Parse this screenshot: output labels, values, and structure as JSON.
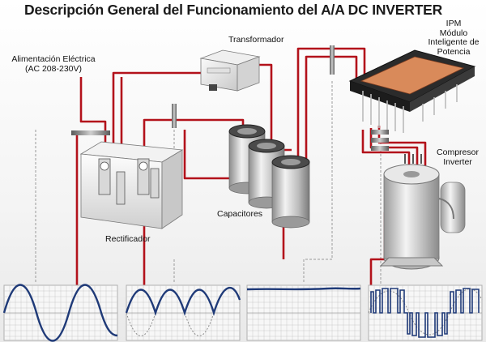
{
  "title": "Descripción General del Funcionamiento del A/A DC INVERTER",
  "labels": {
    "power_supply_line1": "Alimentación Eléctrica",
    "power_supply_line2": "(AC 208-230V)",
    "transformer": "Transformador",
    "ipm_line1": "IPM",
    "ipm_line2": "Módulo",
    "ipm_line3": "Inteligente de",
    "ipm_line4": "Potencia",
    "compressor_line1": "Compresor",
    "compressor_line2": "Inverter",
    "capacitors": "Capacitores",
    "rectifier": "Rectificador"
  },
  "colors": {
    "wire": "#b3121b",
    "waveform": "#1f3a78",
    "grid": "#c9c9c9",
    "component_dark": "#2b2b2b",
    "ipm_board": "#d98a5a"
  },
  "waveforms": [
    {
      "kind": "ac-sine"
    },
    {
      "kind": "full-wave-rectified"
    },
    {
      "kind": "dc-flat"
    },
    {
      "kind": "pwm-inverter"
    }
  ]
}
